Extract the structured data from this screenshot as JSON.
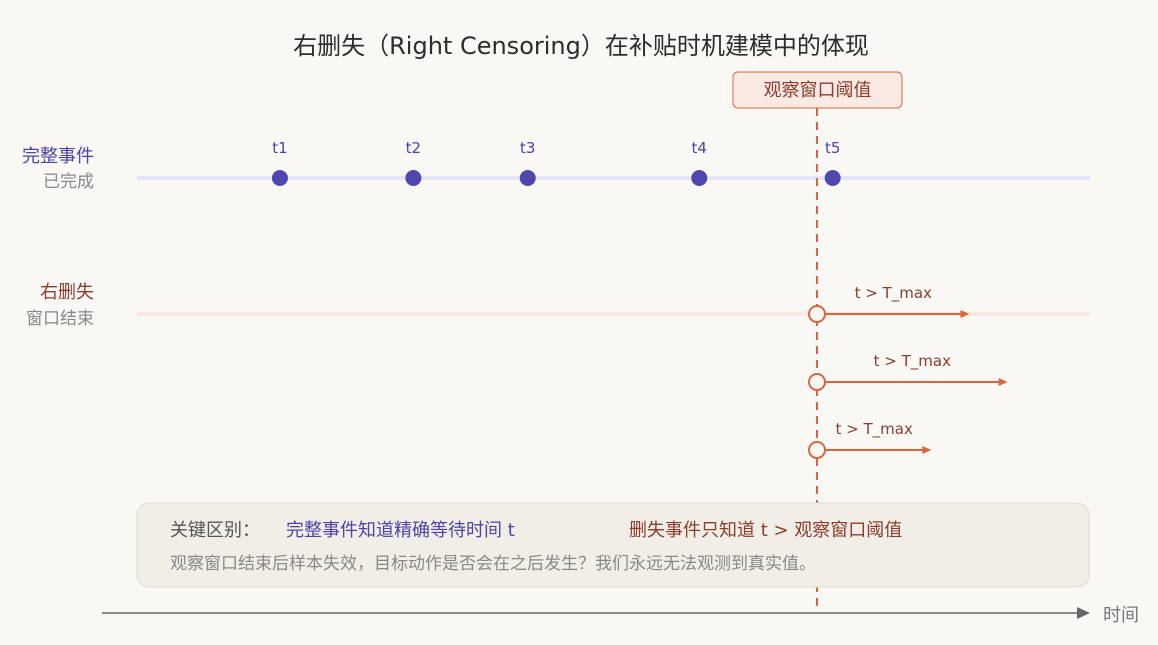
{
  "title": "右删失（Right Censoring）在补贴时机建模中的体现",
  "colors": {
    "complete": "#4f46b0",
    "complete_track": "#e6e4f7",
    "censored": "#d9663f",
    "censored_text": "#8a3d2c",
    "censored_track": "#f8e9e3",
    "threshold_fill": "#fbe9e3",
    "note_fill": "#f1eee7",
    "axis": "#666666"
  },
  "rows": {
    "complete": {
      "label": "完整事件",
      "sublabel": "已完成"
    },
    "censored": {
      "label": "右删失",
      "sublabel": "窗口结束"
    }
  },
  "threshold": {
    "label": "观察窗口阈值"
  },
  "complete_events": [
    {
      "label": "t1",
      "t": 0.15
    },
    {
      "label": "t2",
      "t": 0.29
    },
    {
      "label": "t3",
      "t": 0.41
    },
    {
      "label": "t4",
      "t": 0.59
    },
    {
      "label": "t5",
      "t": 0.73
    }
  ],
  "censored_events": [
    {
      "label": "t > T_max",
      "extends": 0.16
    },
    {
      "label": "t > T_max",
      "extends": 0.2
    },
    {
      "label": "t > T_max",
      "extends": 0.12
    }
  ],
  "axis": {
    "label": "时间"
  },
  "note": {
    "heading": "关键区别：",
    "complete_text": "完整事件知道精确等待时间 t",
    "censored_text": "删失事件只知道 t > 观察窗口阈值",
    "detail": "观察窗口结束后样本失效，目标动作是否会在之后发生？我们永远无法观测到真实值。"
  }
}
